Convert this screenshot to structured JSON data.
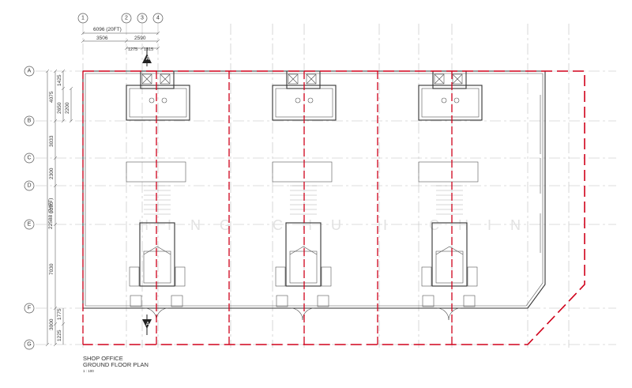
{
  "grid": {
    "columns": [
      "1",
      "2",
      "3",
      "4"
    ],
    "rows": [
      "A",
      "B",
      "C",
      "D",
      "E",
      "F",
      "G"
    ]
  },
  "dimensions": {
    "top_overall": "6096  (20FT)",
    "top_a": "3506",
    "top_b": "2590",
    "top_c": "1275",
    "top_d": "1315",
    "left_overall": "22588  (74FT)",
    "left_ab": "4075",
    "left_1425": "1425",
    "left_2650": "2650",
    "left_2200": "2200",
    "left_3033": "3033",
    "left_2300": "2300",
    "left_3130": "3130",
    "left_7030": "7030",
    "left_3000": "3000",
    "left_1775": "1775",
    "left_1225": "1225"
  },
  "section_markers": [
    "A",
    "A"
  ],
  "watermark": "HING CHU I CHIN",
  "title": {
    "line1": "SHOP OFFICE",
    "line2": "GROUND FLOOR PLAN",
    "scale": "1 : 100"
  },
  "colors": {
    "boundary": "#d0021b",
    "walls": "#333333",
    "grid": "#bdbdbd"
  }
}
